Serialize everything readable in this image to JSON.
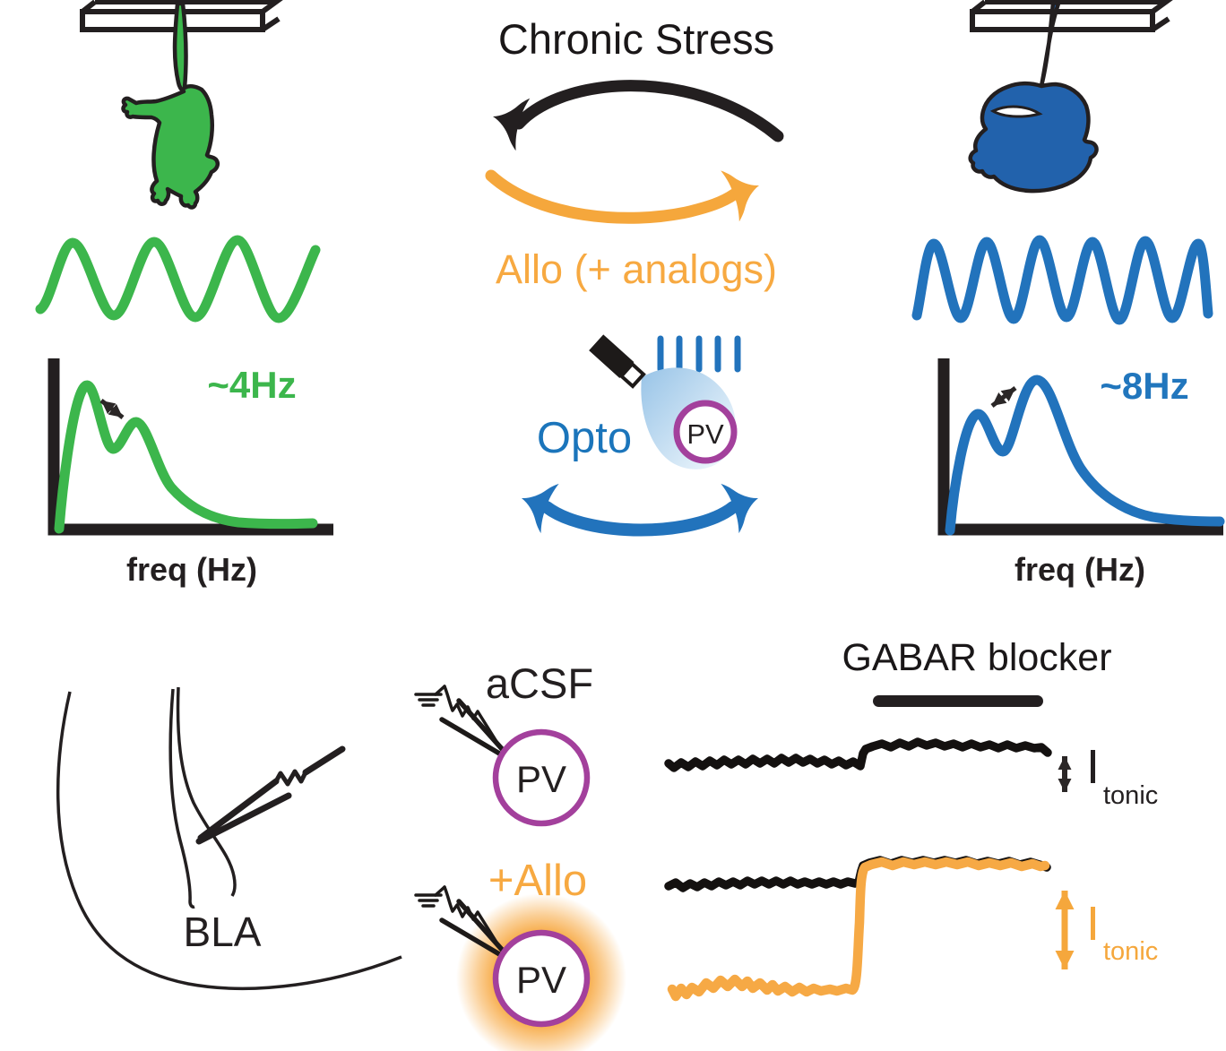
{
  "figure": {
    "colors": {
      "green": "#3CB64C",
      "blue": "#2273BC",
      "blue_mouse": "#2262AC",
      "orange": "#F5A73C",
      "purple": "#A3409C",
      "ink": "#231F20",
      "cone_light_blue": "#A8CFEB"
    },
    "top_center": {
      "title": "Chronic Stress",
      "allo_arrow_label": "Allo (+ analogs)",
      "opto_label": "Opto",
      "pv_cell_label": "PV"
    },
    "left_panel": {
      "peak_freq_label": "~4Hz",
      "x_axis_label": "freq (Hz)"
    },
    "right_panel": {
      "peak_freq_label": "~8Hz",
      "x_axis_label": "freq (Hz)"
    },
    "bottom_left": {
      "region_label": "BLA"
    },
    "bottom_center": {
      "control_condition_label": "aCSF",
      "pv_cell_label_acsf": "PV",
      "allo_condition_label": "+Allo",
      "pv_cell_label_allo": "PV"
    },
    "bottom_right": {
      "drug_bar_label": "GABAR blocker",
      "itonic_acsf": {
        "symbol": "I",
        "subscript": "tonic"
      },
      "itonic_allo": {
        "symbol": "I",
        "subscript": "tonic"
      }
    }
  }
}
